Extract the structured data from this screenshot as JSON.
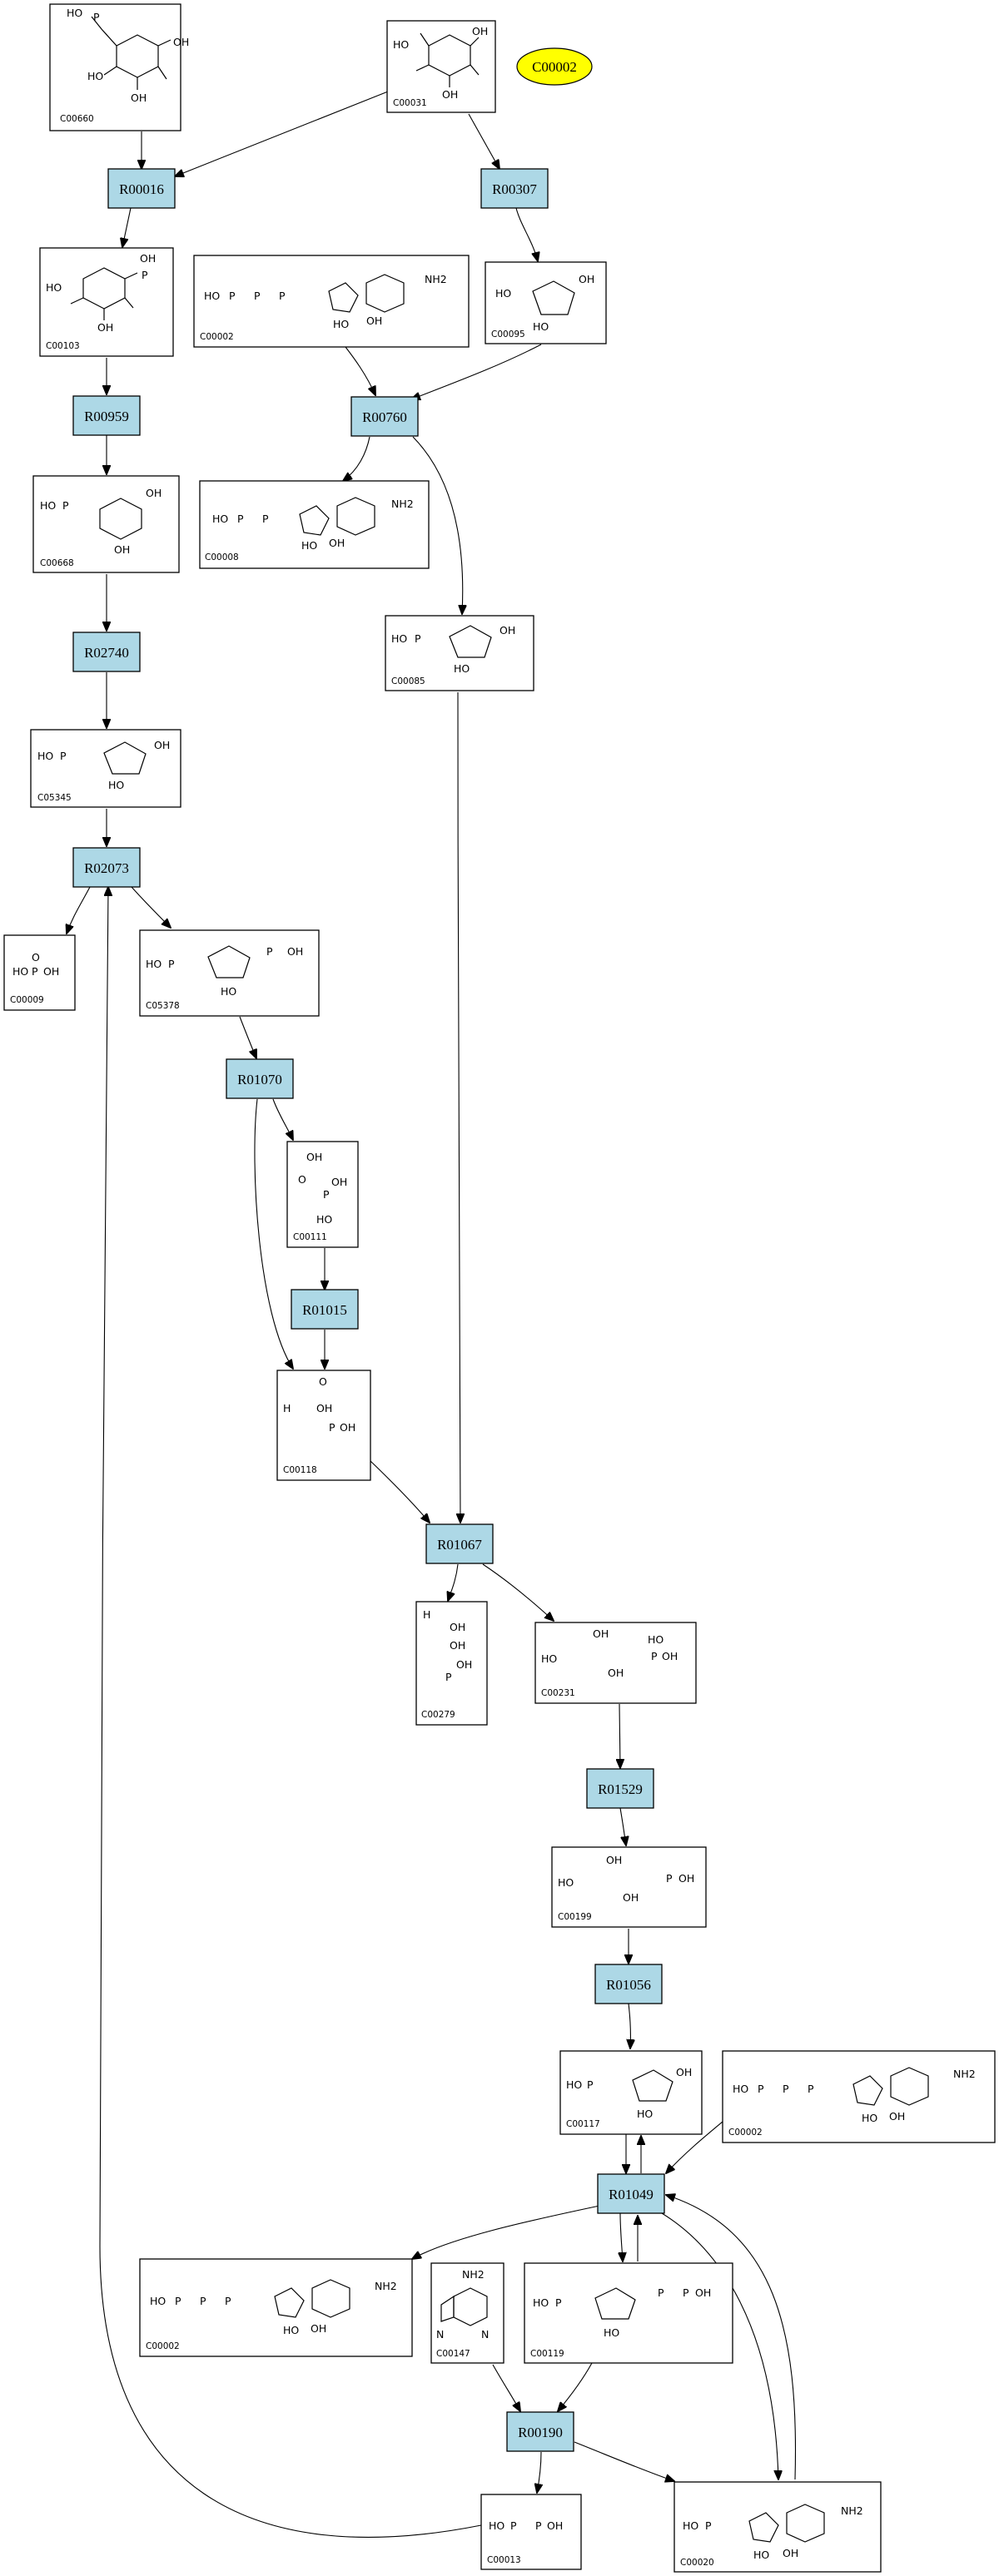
{
  "highlight": {
    "label": "C00002",
    "color": "#ffff00"
  },
  "colors": {
    "reaction_fill": "#add8e6",
    "compound_fill": "#ffffff",
    "edge": "#000000"
  },
  "reactions": {
    "R00016": "R00016",
    "R00307": "R00307",
    "R00959": "R00959",
    "R00760": "R00760",
    "R02740": "R02740",
    "R02073": "R02073",
    "R01070": "R01070",
    "R01015": "R01015",
    "R01067": "R01067",
    "R01529": "R01529",
    "R01056": "R01056",
    "R01049": "R01049",
    "R00190": "R00190"
  },
  "compounds": {
    "c00660": "C00660",
    "c00031": "C00031",
    "c00103": "C00103",
    "c00002a": "C00002",
    "c00095": "C00095",
    "c00668": "C00668",
    "c00008": "C00008",
    "c00085": "C00085",
    "c05345": "C05345",
    "c00009": "C00009",
    "c05378": "C05378",
    "c00111": "C00111",
    "c00118": "C00118",
    "c00279": "C00279",
    "c00231": "C00231",
    "c00199": "C00199",
    "c00117": "C00117",
    "c00002b": "C00002",
    "c00002c": "C00002",
    "c00147": "C00147",
    "c00119": "C00119",
    "c00013": "C00013",
    "c00020": "C00020"
  },
  "glyphs": {
    "ho": "HO",
    "oh": "OH",
    "o": "O",
    "p": "P",
    "nh2": "NH2",
    "h": "H",
    "n": "N"
  }
}
